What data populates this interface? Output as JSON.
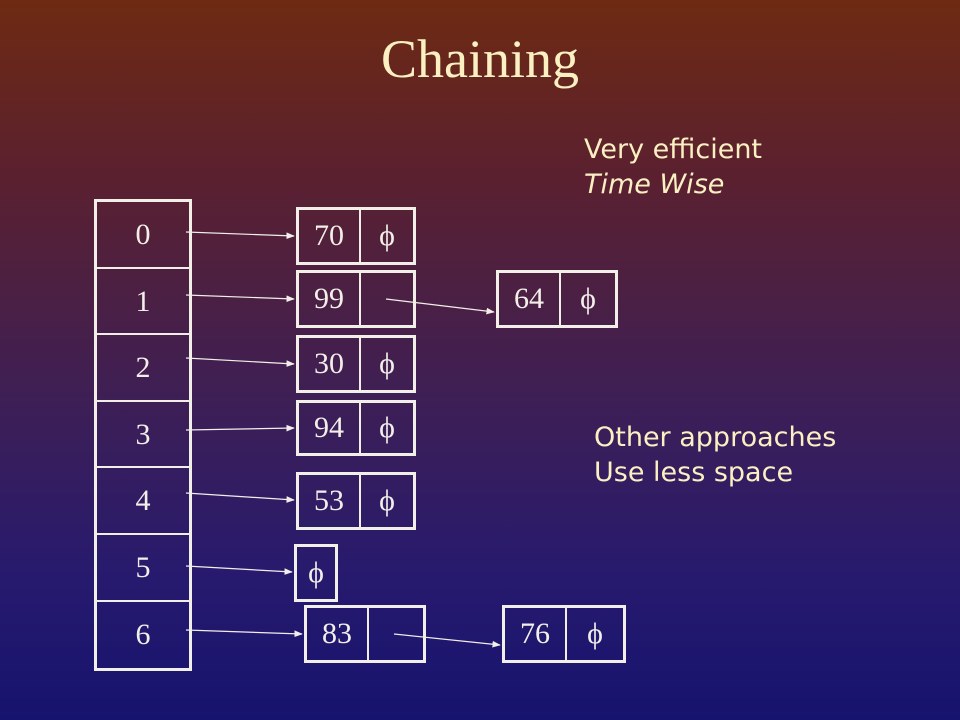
{
  "title": "Chaining",
  "note_top": [
    "Very efficient",
    "Time Wise"
  ],
  "note_bottom": [
    "Other approaches",
    "Use less space"
  ],
  "table": [
    "0",
    "1",
    "2",
    "3",
    "4",
    "5",
    "6"
  ],
  "nodes": [
    {
      "value": "70",
      "pointer": "ϕ"
    },
    {
      "value": "99",
      "pointer": ""
    },
    {
      "value": "64",
      "pointer": "ϕ"
    },
    {
      "value": "30",
      "pointer": "ϕ"
    },
    {
      "value": "94",
      "pointer": "ϕ"
    },
    {
      "value": "53",
      "pointer": "ϕ"
    },
    {
      "value": "ϕ"
    },
    {
      "value": "83",
      "pointer": ""
    },
    {
      "value": "76",
      "pointer": "ϕ"
    }
  ],
  "colors": {
    "text": "#fbf0c2",
    "lines": "#f2efe9"
  }
}
